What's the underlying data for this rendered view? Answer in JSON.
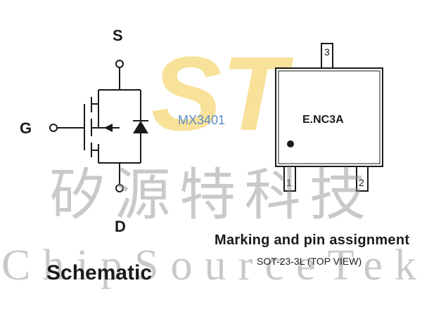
{
  "mosfet": {
    "source_label": "S",
    "gate_label": "G",
    "drain_label": "D",
    "part_number": "MX3401",
    "caption": "Schematic"
  },
  "package": {
    "marking": "E.NC3A",
    "pins": [
      "1",
      "2",
      "3"
    ],
    "title": "Marking and pin assignment",
    "subtitle": "SOT-23-3L (TOP VIEW)"
  },
  "watermark": {
    "chinese": "矽源特科技",
    "english": "ChipSourceTek",
    "logo": "ST"
  },
  "colors": {
    "ink": "#1a1a1a",
    "part_number": "#5b8fc6",
    "logo_yellow": "#f6d777",
    "watermark_gray": "#8a8a8a"
  }
}
